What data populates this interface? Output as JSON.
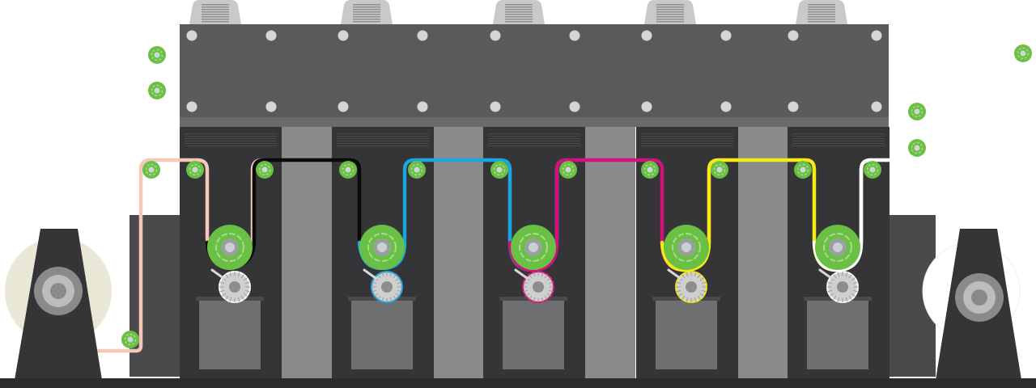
{
  "diagram": {
    "kind": "flexographic-printing-press-web-path",
    "stations": [
      {
        "id": "station-1",
        "ink": "black",
        "color": "#0a0a0a"
      },
      {
        "id": "station-2",
        "ink": "cyan",
        "color": "#1aa7e0"
      },
      {
        "id": "station-3",
        "ink": "magenta",
        "color": "#d1127a"
      },
      {
        "id": "station-4",
        "ink": "yellow",
        "color": "#f3ea17"
      },
      {
        "id": "station-5",
        "ink": "white",
        "color": "#ffffff"
      }
    ],
    "web_colors": {
      "unprinted": "#f4c7b8",
      "black": "#0a0a0a",
      "cyan": "#1aa7e0",
      "magenta": "#d1127a",
      "yellow": "#f3ea17",
      "white": "#ffffff"
    },
    "palette": {
      "guide_roller": "#6abf45",
      "roller_highlight": "#a8db8a",
      "frame_dark": "#353537",
      "frame_mid": "#5a5a5c",
      "frame_light": "#8a8a8c",
      "unwind_roll": "#e9e7d6",
      "ink_pan": "#6d6f70",
      "anilox": "#cfcfcf",
      "dryer": "#c9c9c9"
    },
    "icons": [
      "unwind-roll-icon",
      "rewind-roll-icon",
      "guide-roller-icon",
      "impression-cylinder-icon",
      "anilox-roller-icon",
      "ink-pan-icon",
      "doctor-blade-icon",
      "uv-dryer-icon"
    ]
  }
}
